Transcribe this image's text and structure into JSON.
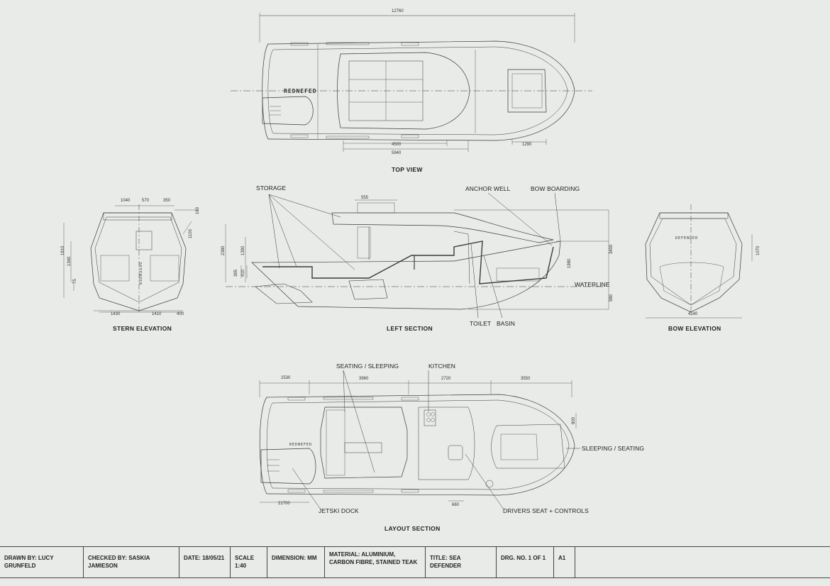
{
  "views": {
    "top_view": "TOP VIEW",
    "stern_elevation": "STERN  ELEVATION",
    "left_section": "LEFT SECTION",
    "bow_elevation": "BOW ELEVATION",
    "layout_section": "LAYOUT SECTION"
  },
  "labels": {
    "storage": "STORAGE",
    "anchor_well": "ANCHOR WELL",
    "bow_boarding": "BOW BOARDING",
    "waterline": "WATERLINE",
    "toilet": "TOILET",
    "basin": "BASIN",
    "seating_sleeping": "SEATING / SLEEPING",
    "kitchen": "KITCHEN",
    "sleeping_seating": "SLEEPING / SEATING",
    "jetski_dock": "JETSKI DOCK",
    "drivers_seat": "DRIVERS SEAT + CONTROLS"
  },
  "brand": {
    "name": "DEFENDER",
    "name_mirrored": "REDNEFED"
  },
  "dimensions": {
    "top": {
      "overall": "12760",
      "d4500": "4500",
      "d5940": "5940",
      "d1290": "1290"
    },
    "stern": {
      "d1040": "1040",
      "d570": "570",
      "d350": "350",
      "d160": "160",
      "d1100": "1100",
      "d1810": "1810",
      "d1340": "1340",
      "d75": "75",
      "d1430": "1430",
      "d1410": "1410",
      "d400": "400"
    },
    "left": {
      "d555": "555",
      "d2380": "2380",
      "d1390": "1390",
      "d395": "395",
      "d410": "410",
      "d3400": "3400",
      "d1980": "1980",
      "d980": "980"
    },
    "bow": {
      "d1070": "1070",
      "d4140": "4140"
    },
    "layout": {
      "d2530": "2530",
      "d3960": "3960",
      "d2720": "2720",
      "d3550": "3550",
      "d800": "800",
      "d21700": "21700",
      "d660": "660"
    }
  },
  "title_block": {
    "drawn_by": "DRAWN BY: LUCY GRUNFELD",
    "checked_by": "CHECKED BY: SASKIA JAMIESON",
    "date": "DATE: 18/05/21",
    "scale": "SCALE 1:40",
    "dimension": "DIMENSION: MM",
    "material": "MATERIAL: ALUMINIUM, CARBON FIBRE, STAINED TEAK",
    "title": "TITLE: SEA DEFENDER",
    "drg_no": "DRG. NO. 1 OF 1",
    "size": "A1"
  }
}
